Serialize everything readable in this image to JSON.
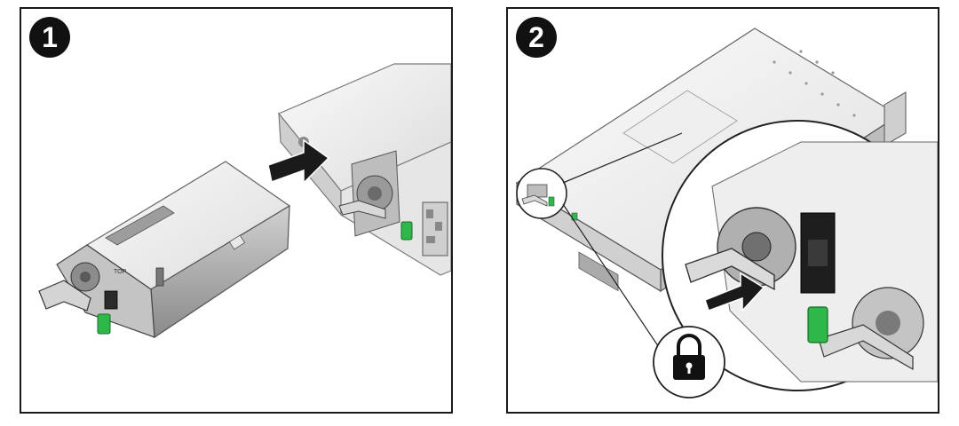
{
  "steps": [
    {
      "number": "1",
      "icon": "insert-arrow-icon"
    },
    {
      "number": "2",
      "icon": "lock-icon"
    }
  ],
  "parts": {
    "psu_label": "TOP"
  },
  "colors": {
    "latch_green": "#2fb84a",
    "arrow": "#1a1a1a",
    "chassis_light": "#f2f2f2",
    "chassis_mid": "#c9c9c9",
    "chassis_dark": "#6e6e6e"
  }
}
